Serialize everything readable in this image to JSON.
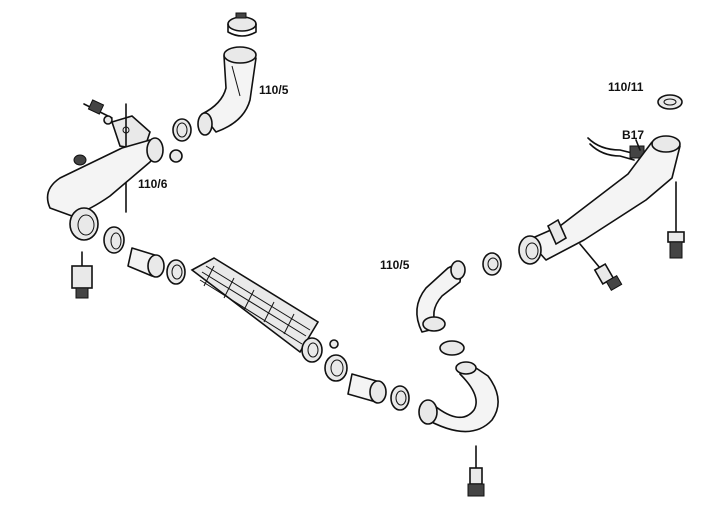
{
  "labels": {
    "top_hose_upper": "110/5",
    "left_pipe": "110/6",
    "right_seal": "110/11",
    "sensor": "B17",
    "mid_hose": "110/5"
  }
}
